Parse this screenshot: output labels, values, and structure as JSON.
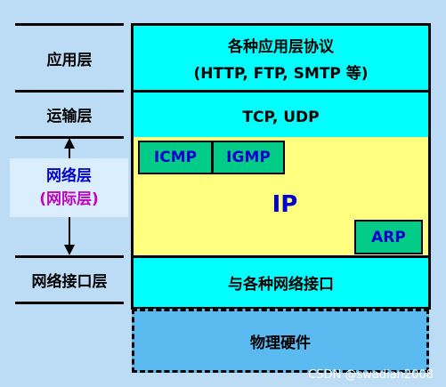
{
  "left_labels": {
    "application": "应用层",
    "transport": "运输层",
    "network_title": "网络层",
    "network_sub": "(网际层)",
    "interface": "网络接口层"
  },
  "stack": {
    "application_line1": "各种应用层协议",
    "application_line2": "(HTTP, FTP, SMTP 等)",
    "transport": "TCP, UDP",
    "icmp": "ICMP",
    "igmp": "IGMP",
    "ip": "IP",
    "arp": "ARP",
    "interface": "与各种网络接口",
    "physical": "物理硬件"
  },
  "watermark": "CSDN @swadian2008",
  "colors": {
    "background": "#bcdcf6",
    "layer_box": "#00ffff",
    "network_layer": "#ffff80",
    "protocol_box": "#00cc88",
    "physical": "#5bbaf0",
    "network_title": "#0000cc",
    "network_sub": "#c000c0"
  }
}
